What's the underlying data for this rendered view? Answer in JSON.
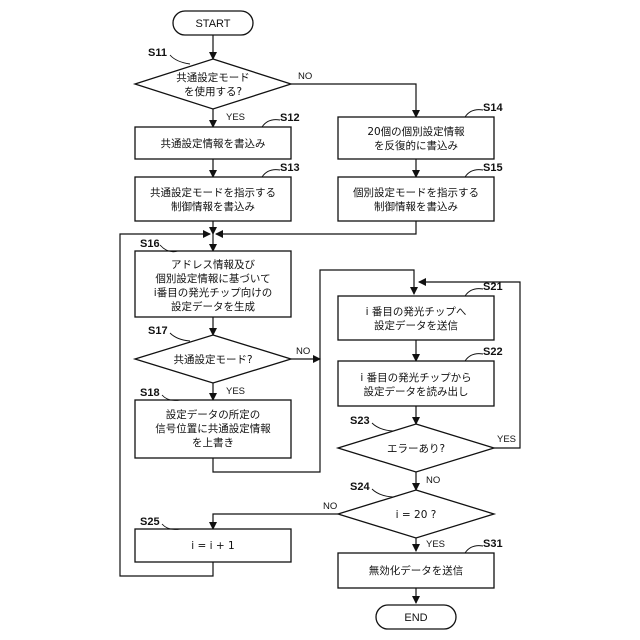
{
  "terminals": {
    "start": "START",
    "end": "END"
  },
  "steps": {
    "s11": {
      "label": "S11",
      "lines": [
        "共通設定モード",
        "を使用する?"
      ]
    },
    "s12": {
      "label": "S12",
      "lines": [
        "共通設定情報を書込み"
      ]
    },
    "s13": {
      "label": "S13",
      "lines": [
        "共通設定モードを指示する",
        "制御情報を書込み"
      ]
    },
    "s14": {
      "label": "S14",
      "lines": [
        "20個の個別設定情報",
        "を反復的に書込み"
      ]
    },
    "s15": {
      "label": "S15",
      "lines": [
        "個別設定モードを指示する",
        "制御情報を書込み"
      ]
    },
    "s16": {
      "label": "S16",
      "lines": [
        "アドレス情報及び",
        "個別設定情報に基づいて",
        "i番目の発光チップ向けの",
        "設定データを生成"
      ]
    },
    "s17": {
      "label": "S17",
      "lines": [
        "共通設定モード?"
      ]
    },
    "s18": {
      "label": "S18",
      "lines": [
        "設定データの所定の",
        "信号位置に共通設定情報",
        "を上書き"
      ]
    },
    "s21": {
      "label": "S21",
      "lines": [
        "i 番目の発光チップへ",
        "設定データを送信"
      ]
    },
    "s22": {
      "label": "S22",
      "lines": [
        "i 番目の発光チップから",
        "設定データを読み出し"
      ]
    },
    "s23": {
      "label": "S23",
      "lines": [
        "エラーあり?"
      ]
    },
    "s24": {
      "label": "S24",
      "lines": [
        "i = 20 ?"
      ]
    },
    "s25": {
      "label": "S25",
      "lines": [
        "i = i + 1"
      ]
    },
    "s31": {
      "label": "S31",
      "lines": [
        "無効化データを送信"
      ]
    }
  },
  "branches": {
    "s11_yes": "YES",
    "s11_no": "NO",
    "s17_yes": "YES",
    "s17_no": "NO",
    "s23_yes": "YES",
    "s23_no": "NO",
    "s24_yes": "YES",
    "s24_no": "NO"
  }
}
